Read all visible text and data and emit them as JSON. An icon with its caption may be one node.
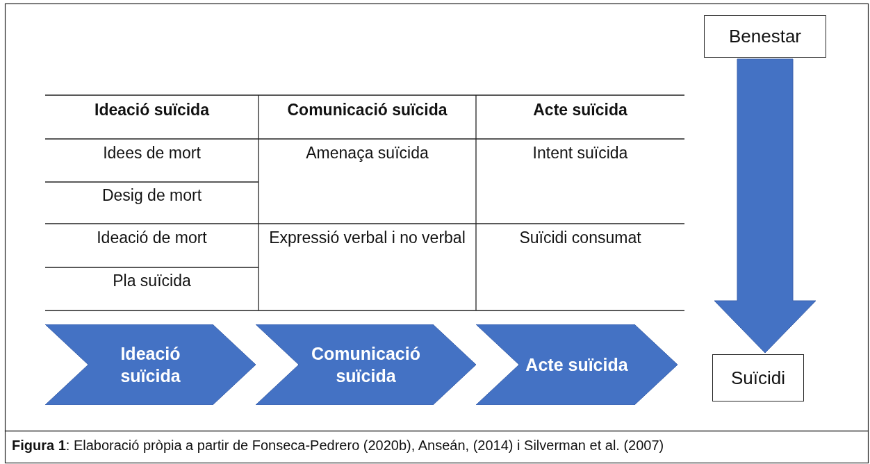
{
  "diagram": {
    "caption": "**Figura 1**: Elaboració pròpia a partir de Fonseca-Pedrero (2020b), Anseán, (2014) i Silverman et al. (2007)",
    "nodes": [
      {
        "text": [
          "Benestar"
        ]
      },
      {
        "text": [
          "Ideació suïcida"
        ]
      },
      {
        "text": [
          "Comunicació suïcida"
        ]
      },
      {
        "text": [
          "Acte suïcida"
        ]
      },
      {
        "text": [
          "Suïcidi"
        ]
      }
    ],
    "edges": [
      {
        "from": 0,
        "to": 4,
        "arrow": "to",
        "style": "thick"
      }
    ],
    "labels": [
      "Ideació suïcida",
      "Comunicació suïcida",
      "Acte suïcida",
      "Idees de mort",
      "Amenaça suïcida",
      "Intent suïcida",
      "Desig de mort",
      "Ideació de mort",
      "Expressió verbal i no verbal",
      "Suïcidi consumat",
      "Pla suïcida"
    ]
  }
}
